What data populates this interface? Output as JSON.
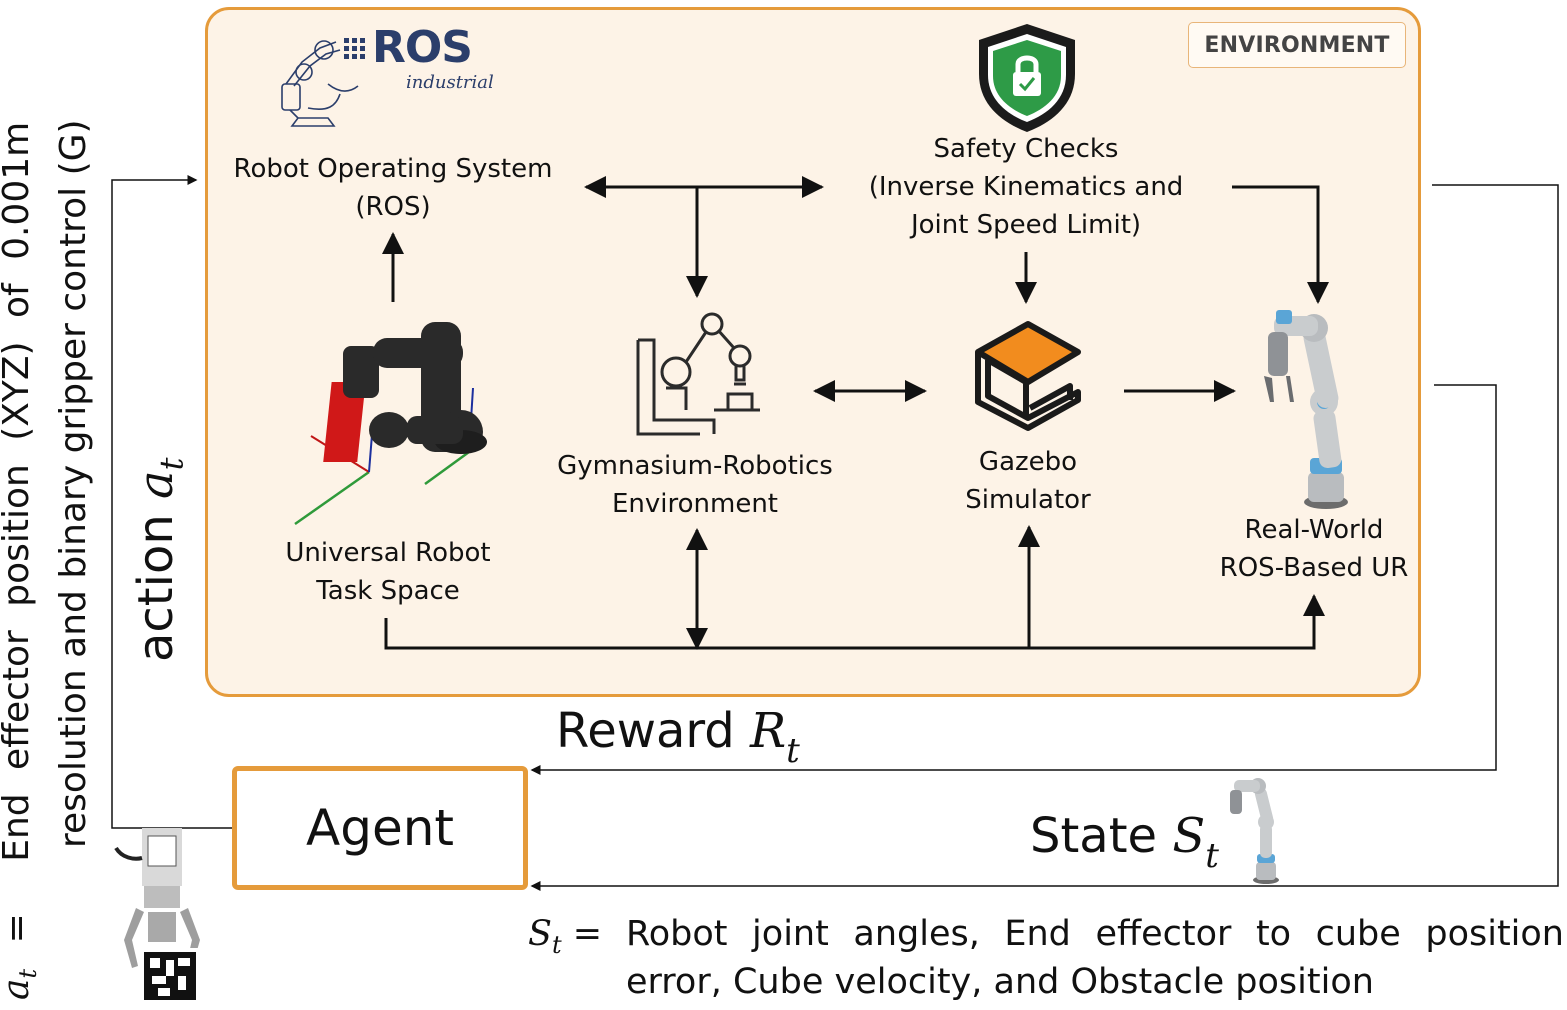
{
  "environment": {
    "tag": "ENVIRONMENT",
    "ros_logo": {
      "main": "ROS",
      "sub": "industrial"
    },
    "ros": [
      "Robot Operating System",
      "(ROS)"
    ],
    "safety": [
      "Safety Checks",
      "(Inverse Kinematics and",
      "Joint Speed Limit)"
    ],
    "ur_task": [
      "Universal Robot",
      "Task Space"
    ],
    "gym": [
      "Gymnasium-Robotics",
      "Environment"
    ],
    "gazebo": [
      "Gazebo",
      "Simulator"
    ],
    "real": [
      "Real-World",
      "ROS-Based UR"
    ]
  },
  "agent": {
    "label": "Agent"
  },
  "reward": {
    "word": "Reward",
    "symbol": "R",
    "sub": "t"
  },
  "state": {
    "word": "State",
    "symbol": "S",
    "sub": "t"
  },
  "action": {
    "word": "action",
    "symbol": "a",
    "sub": "t"
  },
  "state_def": {
    "lhs": "S",
    "lhs_sub": "t",
    "eq": "=",
    "line1": "Robot joint angles, End effector to cube position",
    "line2": "error, Cube velocity, and Obstacle position"
  },
  "action_def": {
    "lhs": "a",
    "lhs_sub": "t",
    "eq": "=",
    "line1": "End effector position (XYZ) of 0.001m",
    "line2": "resolution and binary gripper control (G)"
  },
  "colors": {
    "accent": "#e59b3b",
    "env_fill": "#fdf3e7",
    "shield": "#2e9b47",
    "gazebo": "#f28c1e"
  }
}
